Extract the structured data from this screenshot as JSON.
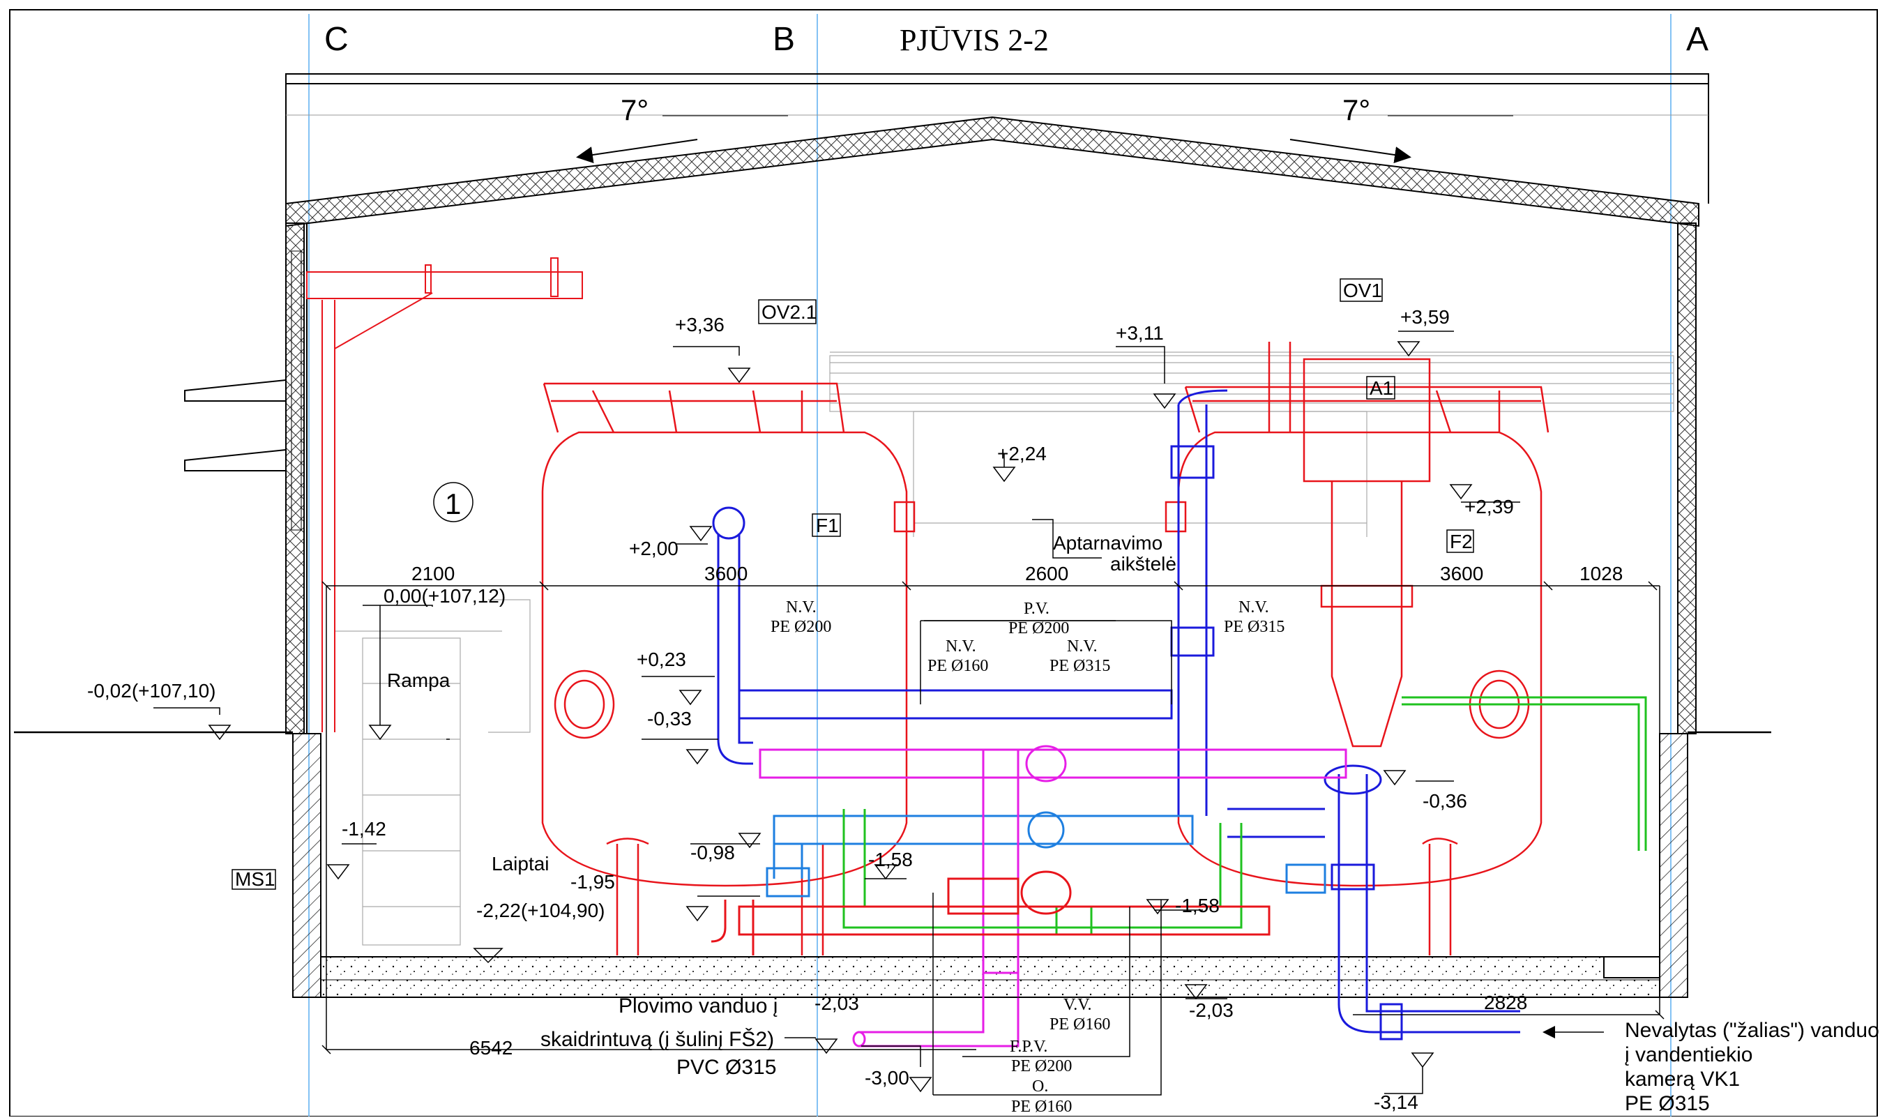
{
  "title": "PJŪVIS 2-2",
  "axes": {
    "c": "C",
    "b": "B",
    "a": "A"
  },
  "roof": {
    "slope_left": "7°",
    "slope_right": "7°"
  },
  "room": "1",
  "equipment": {
    "f1": "F1",
    "f2": "F2",
    "a1": "A1",
    "ov1": "OV1",
    "ov21": "OV2.1",
    "ms1": "MS1"
  },
  "dims": {
    "d2100": "2100",
    "d3600a": "3600",
    "d2600": "2600",
    "d3600b": "3600",
    "d1028": "1028",
    "d2828": "2828",
    "d6542": "6542"
  },
  "levels": {
    "l336": "+3,36",
    "l311": "+3,11",
    "l359": "+3,59",
    "l224": "+2,24",
    "l239": "+2,39",
    "l200": "+2,00",
    "l000": "0,00(+107,12)",
    "l002": "-0,02(+107,10)",
    "l023": "+0,23",
    "l033": "-0,33",
    "l036": "-0,36",
    "l098": "-0,98",
    "l142": "-1,42",
    "l158a": "-1,58",
    "l158b": "-1,58",
    "l195": "-1,95",
    "l222": "-2,22(+104,90)",
    "l203a": "-2,03",
    "l203b": "-2,03",
    "l300": "-3,00",
    "l314": "-3,14"
  },
  "labels": {
    "rampa": "Rampa",
    "laiptai": "Laiptai",
    "aptar1": "Aptarnavimo",
    "aptar2": "aikštelė",
    "plov1": "Plovimo vanduo į",
    "plov2": "skaidrintuvą (į šulinį FŠ2)",
    "plov3": "PVC Ø315",
    "nev1": "Nevalytas (\"žalias\") vanduo",
    "nev2": "į vandentiekio",
    "nev3": "kamerą VK1",
    "nev4": "PE Ø315"
  },
  "pipes": {
    "nv1": "N.V.",
    "nv1d": "PE Ø200",
    "pv": "P.V.",
    "pvd": "PE Ø200",
    "nv2": "N.V.",
    "nv2d": "PE Ø160",
    "nv3": "N.V.",
    "nv3d": "PE Ø315",
    "nv4": "N.V.",
    "nv4d": "PE Ø315",
    "vv": "V.V.",
    "vvd": "PE Ø160",
    "fpv": "F.P.V.",
    "fpvd": "PE Ø200",
    "o": "O.",
    "od": "PE Ø160"
  },
  "colors": {
    "vessel": "#e8141b",
    "blue": "#1a1adc",
    "lightblue": "#1e7fe0",
    "magenta": "#e61ee6",
    "green": "#1fc21f",
    "gridline": "#5aaef0",
    "black": "#000000"
  }
}
